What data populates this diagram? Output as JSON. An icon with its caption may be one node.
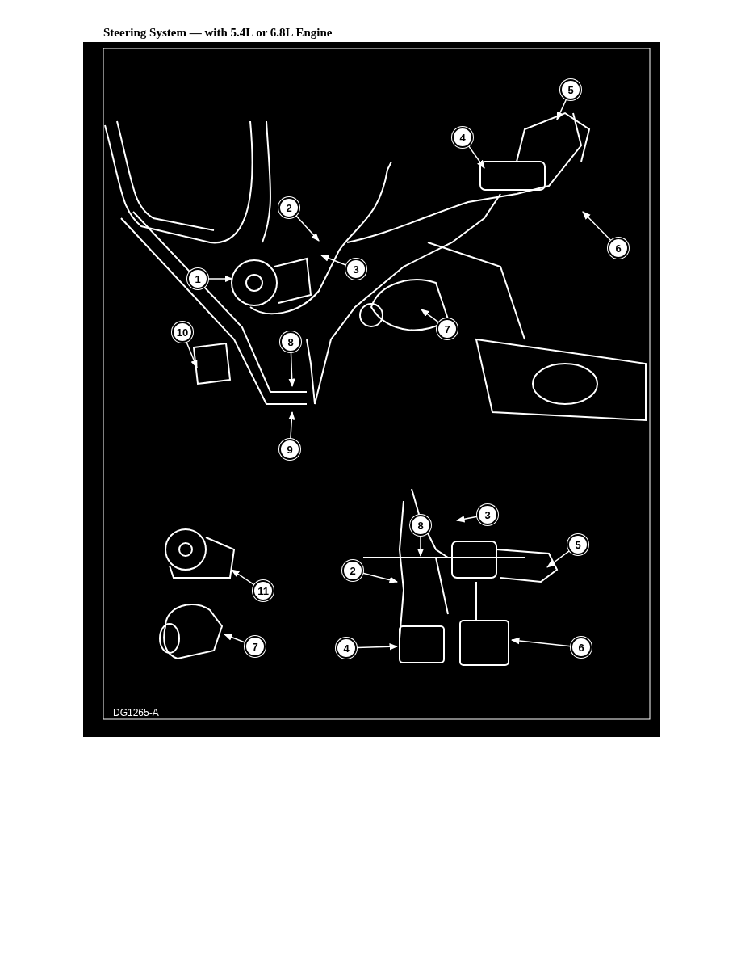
{
  "diagram": {
    "title": "Steering System — with 5.4L or 6.8L Engine",
    "nodes": [
      {
        "text": [
          "5"
        ]
      },
      {
        "text": [
          "4"
        ]
      },
      {
        "text": [
          "2"
        ]
      },
      {
        "text": [
          "6"
        ]
      },
      {
        "text": [
          "3"
        ]
      },
      {
        "text": [
          "1"
        ]
      },
      {
        "text": [
          "7"
        ]
      },
      {
        "text": [
          "10"
        ]
      },
      {
        "text": [
          "8"
        ]
      },
      {
        "text": [
          "9"
        ]
      },
      {
        "text": [
          "3"
        ]
      },
      {
        "text": [
          "8"
        ]
      },
      {
        "text": [
          "5"
        ]
      },
      {
        "text": [
          "2"
        ]
      },
      {
        "text": [
          "11"
        ]
      },
      {
        "text": [
          "7"
        ]
      },
      {
        "text": [
          "4"
        ]
      },
      {
        "text": [
          "6"
        ]
      }
    ],
    "edges": [
      {
        "from": 0,
        "to": null,
        "arrow": "to"
      },
      {
        "from": 1,
        "to": null,
        "arrow": "to"
      },
      {
        "from": 2,
        "to": null,
        "arrow": "to"
      },
      {
        "from": 3,
        "to": null,
        "arrow": "to"
      },
      {
        "from": 4,
        "to": null,
        "arrow": "to"
      },
      {
        "from": 5,
        "to": null,
        "arrow": "to"
      },
      {
        "from": 6,
        "to": null,
        "arrow": "to"
      },
      {
        "from": 7,
        "to": null,
        "arrow": "to"
      },
      {
        "from": 8,
        "to": null,
        "arrow": "to"
      },
      {
        "from": 9,
        "to": null,
        "arrow": "to"
      },
      {
        "from": 10,
        "to": null,
        "arrow": "to"
      },
      {
        "from": 11,
        "to": null,
        "arrow": "to"
      },
      {
        "from": 12,
        "to": null,
        "arrow": "to"
      },
      {
        "from": 13,
        "to": null,
        "arrow": "to"
      },
      {
        "from": 14,
        "to": null,
        "arrow": "to"
      },
      {
        "from": 15,
        "to": null,
        "arrow": "to"
      },
      {
        "from": 16,
        "to": null,
        "arrow": "to"
      },
      {
        "from": 17,
        "to": null,
        "arrow": "to"
      }
    ],
    "labels": [
      "DG1265-A"
    ]
  }
}
